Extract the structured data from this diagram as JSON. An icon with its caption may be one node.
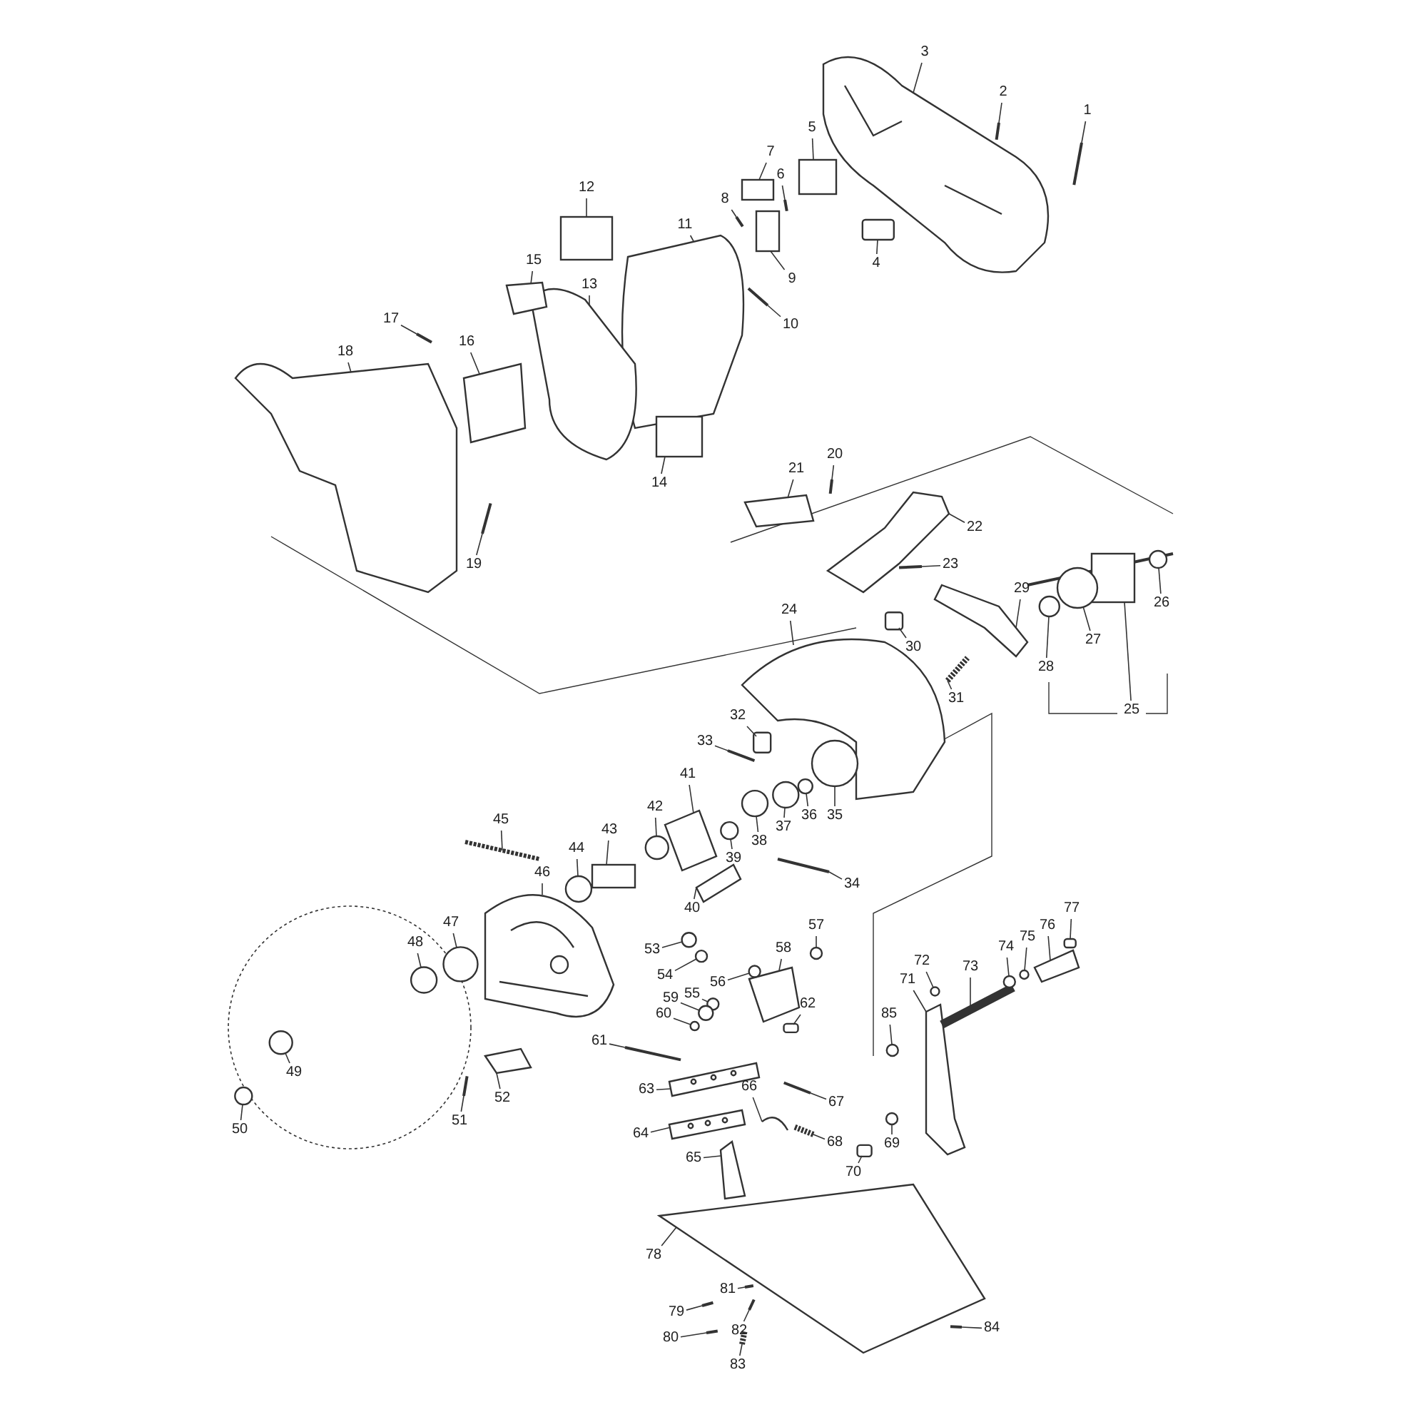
{
  "diagram": {
    "nodes": [
      {
        "text": [
          "1"
        ]
      },
      {
        "text": [
          "2"
        ]
      },
      {
        "text": [
          "3"
        ]
      },
      {
        "text": [
          "4"
        ]
      },
      {
        "text": [
          "5"
        ]
      },
      {
        "text": [
          "6"
        ]
      },
      {
        "text": [
          "7"
        ]
      },
      {
        "text": [
          "8"
        ]
      },
      {
        "text": [
          "9"
        ]
      },
      {
        "text": [
          "10"
        ]
      },
      {
        "text": [
          "11"
        ]
      },
      {
        "text": [
          "12"
        ]
      },
      {
        "text": [
          "13"
        ]
      },
      {
        "text": [
          "14"
        ]
      },
      {
        "text": [
          "15"
        ]
      },
      {
        "text": [
          "16"
        ]
      },
      {
        "text": [
          "17"
        ]
      },
      {
        "text": [
          "18"
        ]
      },
      {
        "text": [
          "19"
        ]
      },
      {
        "text": [
          "20"
        ]
      },
      {
        "text": [
          "21"
        ]
      },
      {
        "text": [
          "22"
        ]
      },
      {
        "text": [
          "23"
        ]
      },
      {
        "text": [
          "24"
        ]
      },
      {
        "text": [
          "25"
        ]
      },
      {
        "text": [
          "26"
        ]
      },
      {
        "text": [
          "27"
        ]
      },
      {
        "text": [
          "28"
        ]
      },
      {
        "text": [
          "29"
        ]
      },
      {
        "text": [
          "30"
        ]
      },
      {
        "text": [
          "31"
        ]
      },
      {
        "text": [
          "32"
        ]
      },
      {
        "text": [
          "33"
        ]
      },
      {
        "text": [
          "34"
        ]
      },
      {
        "text": [
          "35"
        ]
      },
      {
        "text": [
          "36"
        ]
      },
      {
        "text": [
          "37"
        ]
      },
      {
        "text": [
          "38"
        ]
      },
      {
        "text": [
          "39"
        ]
      },
      {
        "text": [
          "40"
        ]
      },
      {
        "text": [
          "41"
        ]
      },
      {
        "text": [
          "42"
        ]
      },
      {
        "text": [
          "43"
        ]
      },
      {
        "text": [
          "44"
        ]
      },
      {
        "text": [
          "45"
        ]
      },
      {
        "text": [
          "46"
        ]
      },
      {
        "text": [
          "47"
        ]
      },
      {
        "text": [
          "48"
        ]
      },
      {
        "text": [
          "49"
        ]
      },
      {
        "text": [
          "50"
        ]
      },
      {
        "text": [
          "51"
        ]
      },
      {
        "text": [
          "52"
        ]
      },
      {
        "text": [
          "53"
        ]
      },
      {
        "text": [
          "54"
        ]
      },
      {
        "text": [
          "55"
        ]
      },
      {
        "text": [
          "56"
        ]
      },
      {
        "text": [
          "57"
        ]
      },
      {
        "text": [
          "58"
        ]
      },
      {
        "text": [
          "59"
        ]
      },
      {
        "text": [
          "60"
        ]
      },
      {
        "text": [
          "61"
        ]
      },
      {
        "text": [
          "62"
        ]
      },
      {
        "text": [
          "63"
        ]
      },
      {
        "text": [
          "64"
        ]
      },
      {
        "text": [
          "65"
        ]
      },
      {
        "text": [
          "66"
        ]
      },
      {
        "text": [
          "67"
        ]
      },
      {
        "text": [
          "68"
        ]
      },
      {
        "text": [
          "69"
        ]
      },
      {
        "text": [
          "70"
        ]
      },
      {
        "text": [
          "71"
        ]
      },
      {
        "text": [
          "72"
        ]
      },
      {
        "text": [
          "73"
        ]
      },
      {
        "text": [
          "74"
        ]
      },
      {
        "text": [
          "75"
        ]
      },
      {
        "text": [
          "76"
        ]
      },
      {
        "text": [
          "77"
        ]
      },
      {
        "text": [
          "78"
        ]
      },
      {
        "text": [
          "79"
        ]
      },
      {
        "text": [
          "80"
        ]
      },
      {
        "text": [
          "81"
        ]
      },
      {
        "text": [
          "82"
        ]
      },
      {
        "text": [
          "83"
        ]
      },
      {
        "text": [
          "84"
        ]
      },
      {
        "text": [
          "85"
        ]
      },
      {
        "text": [],
        "shape": "bar"
      },
      {
        "text": [],
        "shape": "bar"
      },
      {
        "text": [],
        "shape": "picture"
      },
      {
        "text": [],
        "shape": "box"
      },
      {
        "text": [],
        "shape": "box"
      },
      {
        "text": [],
        "shape": "bar"
      },
      {
        "text": [],
        "shape": "box"
      },
      {
        "text": [],
        "shape": "bar"
      },
      {
        "text": [],
        "shape": "box"
      },
      {
        "text": [],
        "shape": "bar"
      },
      {
        "text": [],
        "shape": "picture"
      },
      {
        "text": [],
        "shape": "box"
      },
      {
        "text": [],
        "shape": "picture"
      },
      {
        "text": [],
        "shape": "box"
      },
      {
        "text": [],
        "shape": "picture"
      },
      {
        "text": [],
        "shape": "picture"
      },
      {
        "text": [],
        "shape": "bar"
      },
      {
        "text": [],
        "shape": "picture"
      },
      {
        "text": [],
        "shape": "bar"
      },
      {
        "text": [],
        "shape": "bar"
      },
      {
        "text": [],
        "shape": "picture"
      },
      {
        "text": [],
        "shape": "picture"
      },
      {
        "text": [],
        "shape": "bar"
      },
      {
        "text": [],
        "shape": "picture"
      },
      {
        "text": [],
        "shape": "picture"
      },
      {
        "text": [],
        "shape": "circle"
      },
      {
        "text": [],
        "shape": "circle"
      },
      {
        "text": [],
        "shape": "circle"
      },
      {
        "text": [],
        "shape": "picture"
      },
      {
        "text": [],
        "shape": "box"
      },
      {
        "text": [],
        "shape": "bar"
      },
      {
        "text": [],
        "shape": "box"
      },
      {
        "text": [],
        "shape": "bar"
      },
      {
        "text": [],
        "shape": "bar"
      },
      {
        "text": [],
        "shape": "circle"
      },
      {
        "text": [],
        "shape": "circle"
      },
      {
        "text": [],
        "shape": "circle"
      },
      {
        "text": [],
        "shape": "circle"
      },
      {
        "text": [],
        "shape": "circle"
      },
      {
        "text": [],
        "shape": "picture"
      },
      {
        "text": [],
        "shape": "picture"
      },
      {
        "text": [],
        "shape": "circle"
      },
      {
        "text": [],
        "shape": "box"
      },
      {
        "text": [],
        "shape": "circle"
      },
      {
        "text": [],
        "shape": "bar"
      },
      {
        "text": [],
        "shape": "picture"
      },
      {
        "text": [],
        "shape": "circle"
      },
      {
        "text": [],
        "shape": "circle"
      },
      {
        "text": [],
        "shape": "circle"
      },
      {
        "text": [],
        "shape": "circle"
      },
      {
        "text": [],
        "shape": "bar"
      },
      {
        "text": [],
        "shape": "picture"
      },
      {
        "text": [],
        "shape": "circle"
      },
      {
        "text": [],
        "shape": "circle"
      },
      {
        "text": [],
        "shape": "circle"
      },
      {
        "text": [],
        "shape": "circle"
      },
      {
        "text": [],
        "shape": "circle"
      },
      {
        "text": [],
        "shape": "picture"
      },
      {
        "text": [],
        "shape": "circle"
      },
      {
        "text": [],
        "shape": "circle"
      },
      {
        "text": [],
        "shape": "bar"
      },
      {
        "text": [],
        "shape": "box"
      },
      {
        "text": [],
        "shape": "picture"
      },
      {
        "text": [],
        "shape": "picture"
      },
      {
        "text": [],
        "shape": "picture"
      },
      {
        "text": [],
        "shape": "picture"
      },
      {
        "text": [],
        "shape": "bar"
      },
      {
        "text": [],
        "shape": "bar"
      },
      {
        "text": [],
        "shape": "circle"
      },
      {
        "text": [],
        "shape": "box"
      },
      {
        "text": [],
        "shape": "picture"
      },
      {
        "text": [],
        "shape": "circle"
      },
      {
        "text": [],
        "shape": "bar"
      },
      {
        "text": [],
        "shape": "circle"
      },
      {
        "text": [],
        "shape": "circle"
      },
      {
        "text": [],
        "shape": "picture"
      },
      {
        "text": [],
        "shape": "box"
      },
      {
        "text": [],
        "shape": "picture"
      },
      {
        "text": [],
        "shape": "bar"
      },
      {
        "text": [],
        "shape": "bar"
      },
      {
        "text": [],
        "shape": "bar"
      },
      {
        "text": [],
        "shape": "bar"
      },
      {
        "text": [],
        "shape": "bar"
      },
      {
        "text": [],
        "shape": "bar"
      },
      {
        "text": [],
        "shape": "circle"
      }
    ],
    "edges": [
      {
        "from": 0,
        "to": 85,
        "arrow": "none"
      },
      {
        "from": 1,
        "to": 86,
        "arrow": "none"
      },
      {
        "from": 2,
        "to": 87,
        "arrow": "none"
      },
      {
        "from": 3,
        "to": 88,
        "arrow": "none"
      },
      {
        "from": 4,
        "to": 89,
        "arrow": "none"
      },
      {
        "from": 5,
        "to": 90,
        "arrow": "none"
      },
      {
        "from": 6,
        "to": 91,
        "arrow": "none"
      },
      {
        "from": 7,
        "to": 92,
        "arrow": "none"
      },
      {
        "from": 8,
        "to": 93,
        "arrow": "none"
      },
      {
        "from": 9,
        "to": 94,
        "arrow": "none"
      },
      {
        "from": 10,
        "to": 95,
        "arrow": "none"
      },
      {
        "from": 11,
        "to": 96,
        "arrow": "none"
      },
      {
        "from": 12,
        "to": 97,
        "arrow": "none"
      },
      {
        "from": 13,
        "to": 98,
        "arrow": "none"
      },
      {
        "from": 14,
        "to": 99,
        "arrow": "none"
      },
      {
        "from": 15,
        "to": 100,
        "arrow": "none"
      },
      {
        "from": 16,
        "to": 101,
        "arrow": "none"
      },
      {
        "from": 17,
        "to": 102,
        "arrow": "none"
      },
      {
        "from": 18,
        "to": 103,
        "arrow": "none"
      },
      {
        "from": 19,
        "to": 104,
        "arrow": "none"
      },
      {
        "from": 20,
        "to": 105,
        "arrow": "none"
      },
      {
        "from": 21,
        "to": 106,
        "arrow": "none"
      },
      {
        "from": 22,
        "to": 107,
        "arrow": "none"
      },
      {
        "from": 23,
        "to": 108,
        "arrow": "none"
      },
      {
        "from": 24,
        "to": 109,
        "arrow": "none"
      },
      {
        "from": 25,
        "to": 110,
        "arrow": "none"
      },
      {
        "from": 26,
        "to": 111,
        "arrow": "none"
      },
      {
        "from": 27,
        "to": 112,
        "arrow": "none"
      },
      {
        "from": 28,
        "to": 113,
        "arrow": "none"
      },
      {
        "from": 29,
        "to": 114,
        "arrow": "none"
      },
      {
        "from": 30,
        "to": 115,
        "arrow": "none"
      },
      {
        "from": 31,
        "to": 116,
        "arrow": "none"
      },
      {
        "from": 32,
        "to": 117,
        "arrow": "none"
      },
      {
        "from": 33,
        "to": 118,
        "arrow": "none"
      },
      {
        "from": 34,
        "to": 119,
        "arrow": "none"
      },
      {
        "from": 35,
        "to": 120,
        "arrow": "none"
      },
      {
        "from": 36,
        "to": 121,
        "arrow": "none"
      },
      {
        "from": 37,
        "to": 122,
        "arrow": "none"
      },
      {
        "from": 38,
        "to": 123,
        "arrow": "none"
      },
      {
        "from": 39,
        "to": 124,
        "arrow": "none"
      },
      {
        "from": 40,
        "to": 125,
        "arrow": "none"
      },
      {
        "from": 41,
        "to": 126,
        "arrow": "none"
      },
      {
        "from": 42,
        "to": 127,
        "arrow": "none"
      },
      {
        "from": 43,
        "to": 128,
        "arrow": "none"
      },
      {
        "from": 44,
        "to": 129,
        "arrow": "none"
      },
      {
        "from": 45,
        "to": 130,
        "arrow": "none"
      },
      {
        "from": 46,
        "to": 131,
        "arrow": "none"
      },
      {
        "from": 47,
        "to": 132,
        "arrow": "none"
      },
      {
        "from": 48,
        "to": 133,
        "arrow": "none"
      },
      {
        "from": 49,
        "to": 134,
        "arrow": "none"
      },
      {
        "from": 50,
        "to": 135,
        "arrow": "none"
      },
      {
        "from": 51,
        "to": 136,
        "arrow": "none"
      },
      {
        "from": 52,
        "to": 137,
        "arrow": "none"
      },
      {
        "from": 53,
        "to": 138,
        "arrow": "none"
      },
      {
        "from": 54,
        "to": 139,
        "arrow": "none"
      },
      {
        "from": 55,
        "to": 140,
        "arrow": "none"
      },
      {
        "from": 56,
        "to": 141,
        "arrow": "none"
      },
      {
        "from": 57,
        "to": 142,
        "arrow": "none"
      },
      {
        "from": 58,
        "to": 143,
        "arrow": "none"
      },
      {
        "from": 59,
        "to": 144,
        "arrow": "none"
      },
      {
        "from": 60,
        "to": 145,
        "arrow": "none"
      },
      {
        "from": 61,
        "to": 146,
        "arrow": "none"
      },
      {
        "from": 62,
        "to": 147,
        "arrow": "none"
      },
      {
        "from": 63,
        "to": 148,
        "arrow": "none"
      },
      {
        "from": 64,
        "to": 149,
        "arrow": "none"
      },
      {
        "from": 65,
        "to": 150,
        "arrow": "none"
      },
      {
        "from": 66,
        "to": 151,
        "arrow": "none"
      },
      {
        "from": 67,
        "to": 152,
        "arrow": "none"
      },
      {
        "from": 68,
        "to": 153,
        "arrow": "none"
      },
      {
        "from": 69,
        "to": 154,
        "arrow": "none"
      },
      {
        "from": 70,
        "to": 155,
        "arrow": "none"
      },
      {
        "from": 71,
        "to": 156,
        "arrow": "none"
      },
      {
        "from": 72,
        "to": 157,
        "arrow": "none"
      },
      {
        "from": 73,
        "to": 158,
        "arrow": "none"
      },
      {
        "from": 74,
        "to": 159,
        "arrow": "none"
      },
      {
        "from": 75,
        "to": 160,
        "arrow": "none"
      },
      {
        "from": 76,
        "to": 161,
        "arrow": "none"
      },
      {
        "from": 77,
        "to": 162,
        "arrow": "none"
      },
      {
        "from": 78,
        "to": 163,
        "arrow": "none"
      },
      {
        "from": 79,
        "to": 164,
        "arrow": "none"
      },
      {
        "from": 80,
        "to": 165,
        "arrow": "none"
      },
      {
        "from": 81,
        "to": 166,
        "arrow": "none"
      },
      {
        "from": 82,
        "to": 167,
        "arrow": "none"
      },
      {
        "from": 83,
        "to": 168,
        "arrow": "none"
      },
      {
        "from": 84,
        "to": 169,
        "arrow": "none"
      }
    ]
  }
}
